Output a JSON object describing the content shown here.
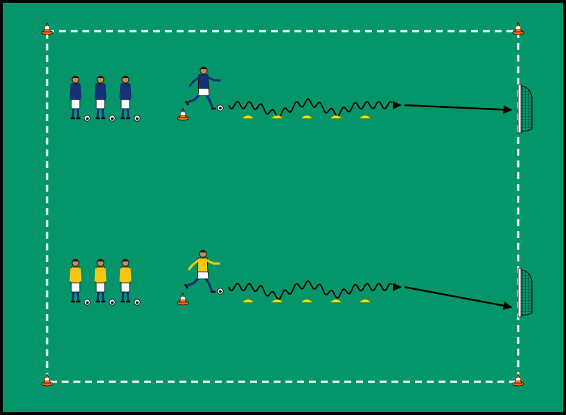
{
  "colors": {
    "pitch": "#04956b",
    "border": "#000000",
    "boundary": "#ffffff",
    "cone_orange": "#ff6a1a",
    "marker_yellow": "#ffe600",
    "team_blue": "#16307a",
    "team_yellow": "#f5c518",
    "shorts_white": "#ffffff",
    "path_black": "#000000"
  },
  "icons": {
    "corner_cone": "cone-icon",
    "start_cone": "cone-icon",
    "ball": "soccer-ball-icon",
    "goal": "goal-net-icon",
    "marker": "flat-marker-icon",
    "player": "player-icon"
  },
  "drill": {
    "lanes": [
      {
        "team": "blue",
        "queue_players": 3,
        "runner_with_ball": true,
        "flat_markers": 5,
        "path": [
          "dribble-weave",
          "pass-to-goal"
        ]
      },
      {
        "team": "yellow",
        "queue_players": 3,
        "runner_with_ball": true,
        "flat_markers": 5,
        "path": [
          "dribble-weave",
          "pass-to-goal"
        ]
      }
    ]
  }
}
